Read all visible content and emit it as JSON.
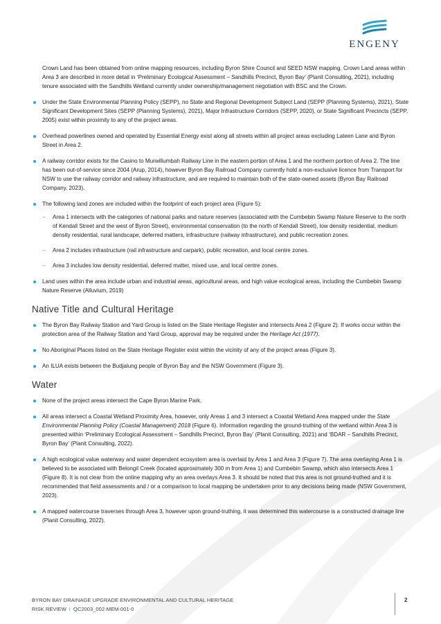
{
  "header": {
    "logo_text": "ENGENY"
  },
  "intro_paragraph": "Crown Land has been obtained from online mapping resources, including Byron Shire Council and SEED NSW mapping. Crown Land areas within Area 3 are described in more detail in ‘Preliminary Ecological Assessment – Sandhills Precinct, Byron Bay’ (Planit Consulting, 2021), including tenure associated with the Sandhills Wetland currently under ownership/management negotiation with BSC and the Crown.",
  "bullets_top": [
    "Under the State Environmental Planning Policy (SEPP), no State and Regional Development Subject Land (SEPP (Planning Systems), 2021), State Significant Development Sites (SEPP (Planning Systems), 2021), Major Infrastructure Corridors (SEPP, 2020), or State Significant Precincts (SEPP, 2005) exist within proximity to any of the project areas.",
    "Overhead powerlines owned and operated by Essential Energy exist along all streets within all project areas excluding Lateen Lane and Byron Street in Area 2.",
    "A railway corridor exists for the Casino to Murwillumbah Railway Line in the eastern portion of Area 1 and the northern portion of Area 2. The line has been out-of-service since 2004 (Arup, 2014), however Byron Bay Railroad Company currently hold a non-exclusive licence from Transport for NSW to use the railway corridor and railway infrastructure, and are required to maintain both of the state-owned assets (Byron Bay Railroad Company, 2023).",
    "The following land zones are included within the footprint of each project area (Figure 5):"
  ],
  "zone_dash": "–",
  "zones": [
    "Area 1 intersects with the categories of national parks and nature reserves (associated with the Cumbebin Swamp Nature Reserve to the north of Kendall Street and the west of Byron Street), environmental conservation (to the north of Kendall Street), low density residential, medium density residential, rural landscape, deferred matters, infrastructure (railway infrastructure), and public recreation zones.",
    "Area 2 includes infrastructure (rail infrastructure and carpark), public recreation, and local centre zones.",
    "Area 3 includes low density residential, deferred matter, mixed use, and local centre zones."
  ],
  "land_uses": "Land uses within the area include urban and industrial areas, agricultural areas, and high value ecological areas, including the Cumbebin Swamp Nature Reserve (Alluvium, 2019)",
  "native_title": {
    "heading": "Native Title and Cultural Heritage",
    "b1_pre": "The Byron Bay Railway Station and Yard Group is listed on the State Heritage Register and intersects Area 2 (Figure 2). If works occur within the protection area of the Railway Station and Yard Group, approval may be required under the ",
    "b1_em": "Heritage Act (1977)",
    "b1_post": ".",
    "b2": "No Aboriginal Places listed on the State Heritage Register exist within the vicinity of any of the project areas (Figure 3).",
    "b3": "An ILUA exists between the Budjalung people of Byron Bay and the NSW Government (Figure 3)."
  },
  "water": {
    "heading": "Water",
    "b1": "None of the project areas intersect the Cape Byron Marine Park.",
    "b2_pre": "All areas intersect a Coastal Wetland Proximity Area, however, only Areas 1 and 3 intersect a Coastal Wetland Area mapped under the ",
    "b2_em": "State Environmental Planning Policy (Coastal Management) 2018",
    "b2_post": " (Figure 6). Information regarding the ground-truthing of the wetland within Area 3 is presented within ‘Preliminary Ecological Assessment – Sandhills Precinct, Byron Bay’ (Planit Consulting, 2021) and ‘BDAR – Sandhills Precinct, Byron Bay’ (Planit Consulting, 2022).",
    "b3": "A high ecological value waterway and water dependent ecosystem area is overlaid by Area 1 and Area 3 (Figure 7). The area overlaying Area 1 is believed to be associated with Belongil Creek (located approximately 300 m from Area 1) and Cumbebin Swamp, which also intersects Area 1 (Figure 8). It is not clear from the online mapping why an area overlays Area 3. It should be noted that this area is not ground-truthed and it is recommended that field assessments and / or a comparison to local mapping be undertaken prior to any decisions being made (NSW Government, 2023).",
    "b4": "A mapped watercourse traverses through Area 3, however upon ground-truthing, it was determined this watercourse is a constructed drainage line (Planit Consulting, 2022)."
  },
  "footer": {
    "line1": "BYRON BAY DRAINAGE UPGRADE ENVIRONMENTAL AND CULTURAL HERITAGE",
    "line2a": "RISK REVIEW",
    "sep": "I",
    "line2b": "QC2003_002-MEM-001-0",
    "page": "2"
  },
  "colors": {
    "accent": "#2aa8cc",
    "logo_navy": "#1f3a5a",
    "text": "#222222"
  }
}
